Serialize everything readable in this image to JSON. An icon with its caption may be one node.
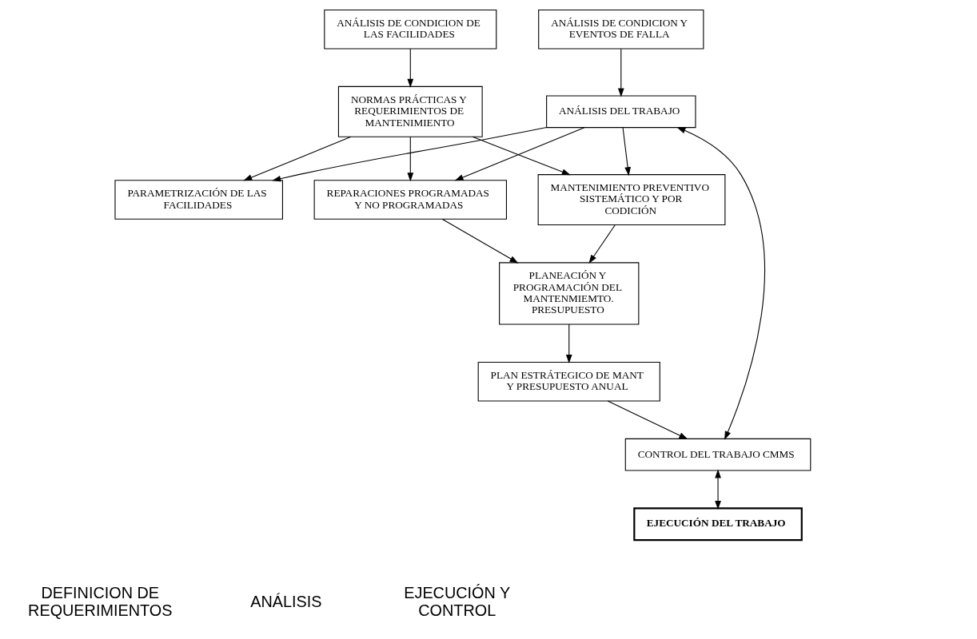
{
  "diagram": {
    "nodes": [
      {
        "text": [
          "NORMAS PRÁCTICAS Y REQUERIMIENTOS DE MANTENIMIENTO"
        ]
      },
      {
        "text": [
          "ANÁLISIS DE CONDICION DE LAS FACILIDADES"
        ]
      },
      {
        "text": [
          "MANTENIMIENTO PREVENTIVO SISTEMÁTICO Y POR CODICIÓN"
        ]
      },
      {
        "text": [
          "PLANEACIÓN Y PROGRAMACIÓN DEL MANTENMIEMTO. PRESUPUESTO"
        ]
      },
      {
        "text": [
          "PLAN ESTRÁTEGICO DE MANT Y PRESUPUESTO ANUAL"
        ]
      },
      {
        "text": [
          "REPARACIONES PROGRAMADAS Y NO PROGRAMADAS"
        ]
      },
      {
        "text": [
          "ANÁLISIS DE CONDICION Y EVENTOS DE FALLA"
        ]
      },
      {
        "text": [
          "CONTROL DEL TRABAJO CMMS"
        ]
      },
      {
        "text": [
          "PARAMETRIZACIÓN DE LAS FACILIDADES"
        ]
      },
      {
        "text": [
          "ANÁLISIS DEL TRABAJO"
        ]
      },
      {
        "text": [
          "EJECUCIÓN DEL TRABAJO"
        ]
      }
    ],
    "edges": [
      {
        "from": 1,
        "to": 0,
        "arrow": "to"
      },
      {
        "from": 0,
        "to": 2,
        "arrow": "to"
      },
      {
        "from": 0,
        "to": 5,
        "arrow": "to"
      },
      {
        "from": 0,
        "to": 8,
        "arrow": "to"
      },
      {
        "from": 9,
        "to": 2,
        "arrow": "to"
      },
      {
        "from": 9,
        "to": 5,
        "arrow": "to"
      },
      {
        "from": 9,
        "to": 8,
        "arrow": "to"
      },
      {
        "from": 2,
        "to": 3,
        "arrow": "to"
      },
      {
        "from": 5,
        "to": 3,
        "arrow": "to"
      },
      {
        "from": 3,
        "to": 4,
        "arrow": "to"
      },
      {
        "from": 4,
        "to": 7,
        "arrow": "to"
      },
      {
        "from": 6,
        "to": 9,
        "arrow": "to"
      },
      {
        "from": 9,
        "to": 7,
        "arrow": "both"
      },
      {
        "from": 7,
        "to": 10,
        "arrow": "both"
      }
    ],
    "labels": [
      "DEFINICION DE REQUERIMIENTOS",
      "ANÁLISIS",
      "EJECUCIÓN Y CONTROL"
    ]
  }
}
